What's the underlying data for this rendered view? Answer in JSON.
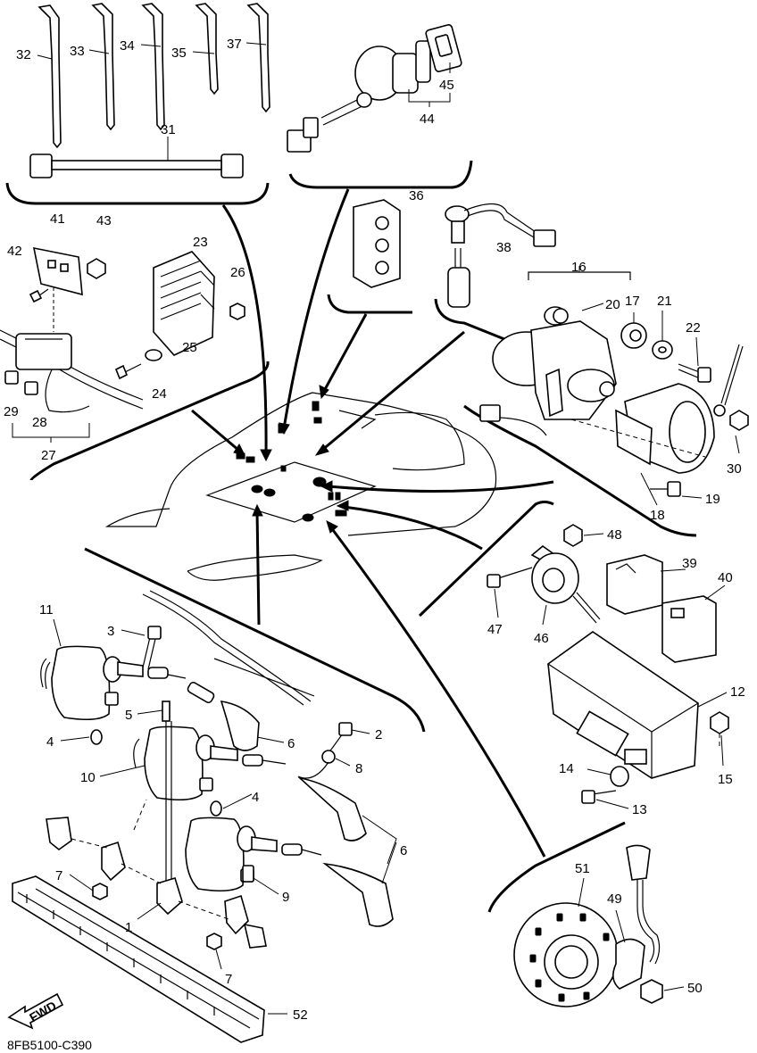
{
  "labels": {
    "l1": "1",
    "l2": "2",
    "l3": "3",
    "l4a": "4",
    "l4b": "4",
    "l5": "5",
    "l6a": "6",
    "l6b": "6",
    "l7a": "7",
    "l7b": "7",
    "l8": "8",
    "l9": "9",
    "l10": "10",
    "l11": "11",
    "l12": "12",
    "l13": "13",
    "l14": "14",
    "l15": "15",
    "l16": "16",
    "l17": "17",
    "l18": "18",
    "l19": "19",
    "l20": "20",
    "l21": "21",
    "l22": "22",
    "l23": "23",
    "l24": "24",
    "l25": "25",
    "l26": "26",
    "l27": "27",
    "l28": "28",
    "l29": "29",
    "l30": "30",
    "l31": "31",
    "l32": "32",
    "l33": "33",
    "l34": "34",
    "l35": "35",
    "l36": "36",
    "l37": "37",
    "l38": "38",
    "l39": "39",
    "l40": "40",
    "l41": "41",
    "l42": "42",
    "l43": "43",
    "l44": "44",
    "l45": "45",
    "l46": "46",
    "l47": "47",
    "l48": "48",
    "l49": "49",
    "l50": "50",
    "l51": "51",
    "l52": "52"
  },
  "fwd_label": "FWD",
  "diagram_code": "8FB5100-C390"
}
